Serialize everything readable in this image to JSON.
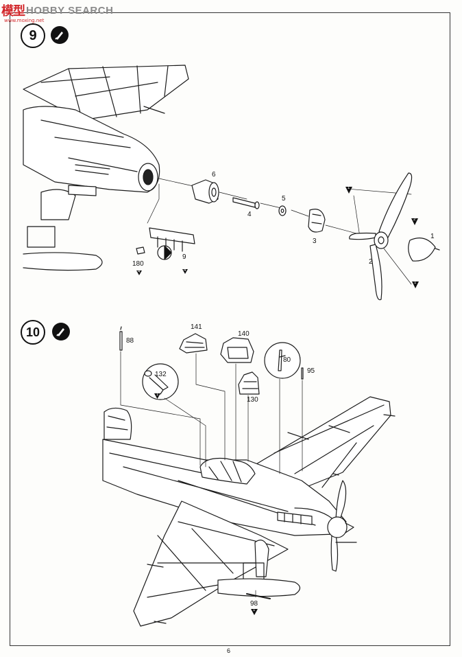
{
  "watermark": {
    "logo": "模型",
    "text": "HOBBY SEARCH",
    "url": "www.moxing.net"
  },
  "steps": [
    {
      "number": "9",
      "parts": {
        "p6": "6",
        "p4": "4",
        "p5": "5",
        "p3": "3",
        "p1": "1",
        "p2": "2",
        "p180": "180",
        "p9": "9"
      },
      "paint_codes": {
        "c180": "4",
        "c9": "4",
        "prop_a": "1",
        "prop_b": "2",
        "prop_c": "1"
      }
    },
    {
      "number": "10",
      "parts": {
        "p88": "88",
        "p141": "141",
        "p140": "140",
        "p132": "132",
        "p80": "80",
        "p95": "95",
        "p130": "130",
        "p98": "98"
      },
      "paint_codes": {
        "c132": "1",
        "c98": "1"
      }
    }
  ],
  "page_number": "6",
  "colors": {
    "ink": "#111111",
    "paper": "#fdfdfb",
    "watermark_red": "#d2262a"
  }
}
